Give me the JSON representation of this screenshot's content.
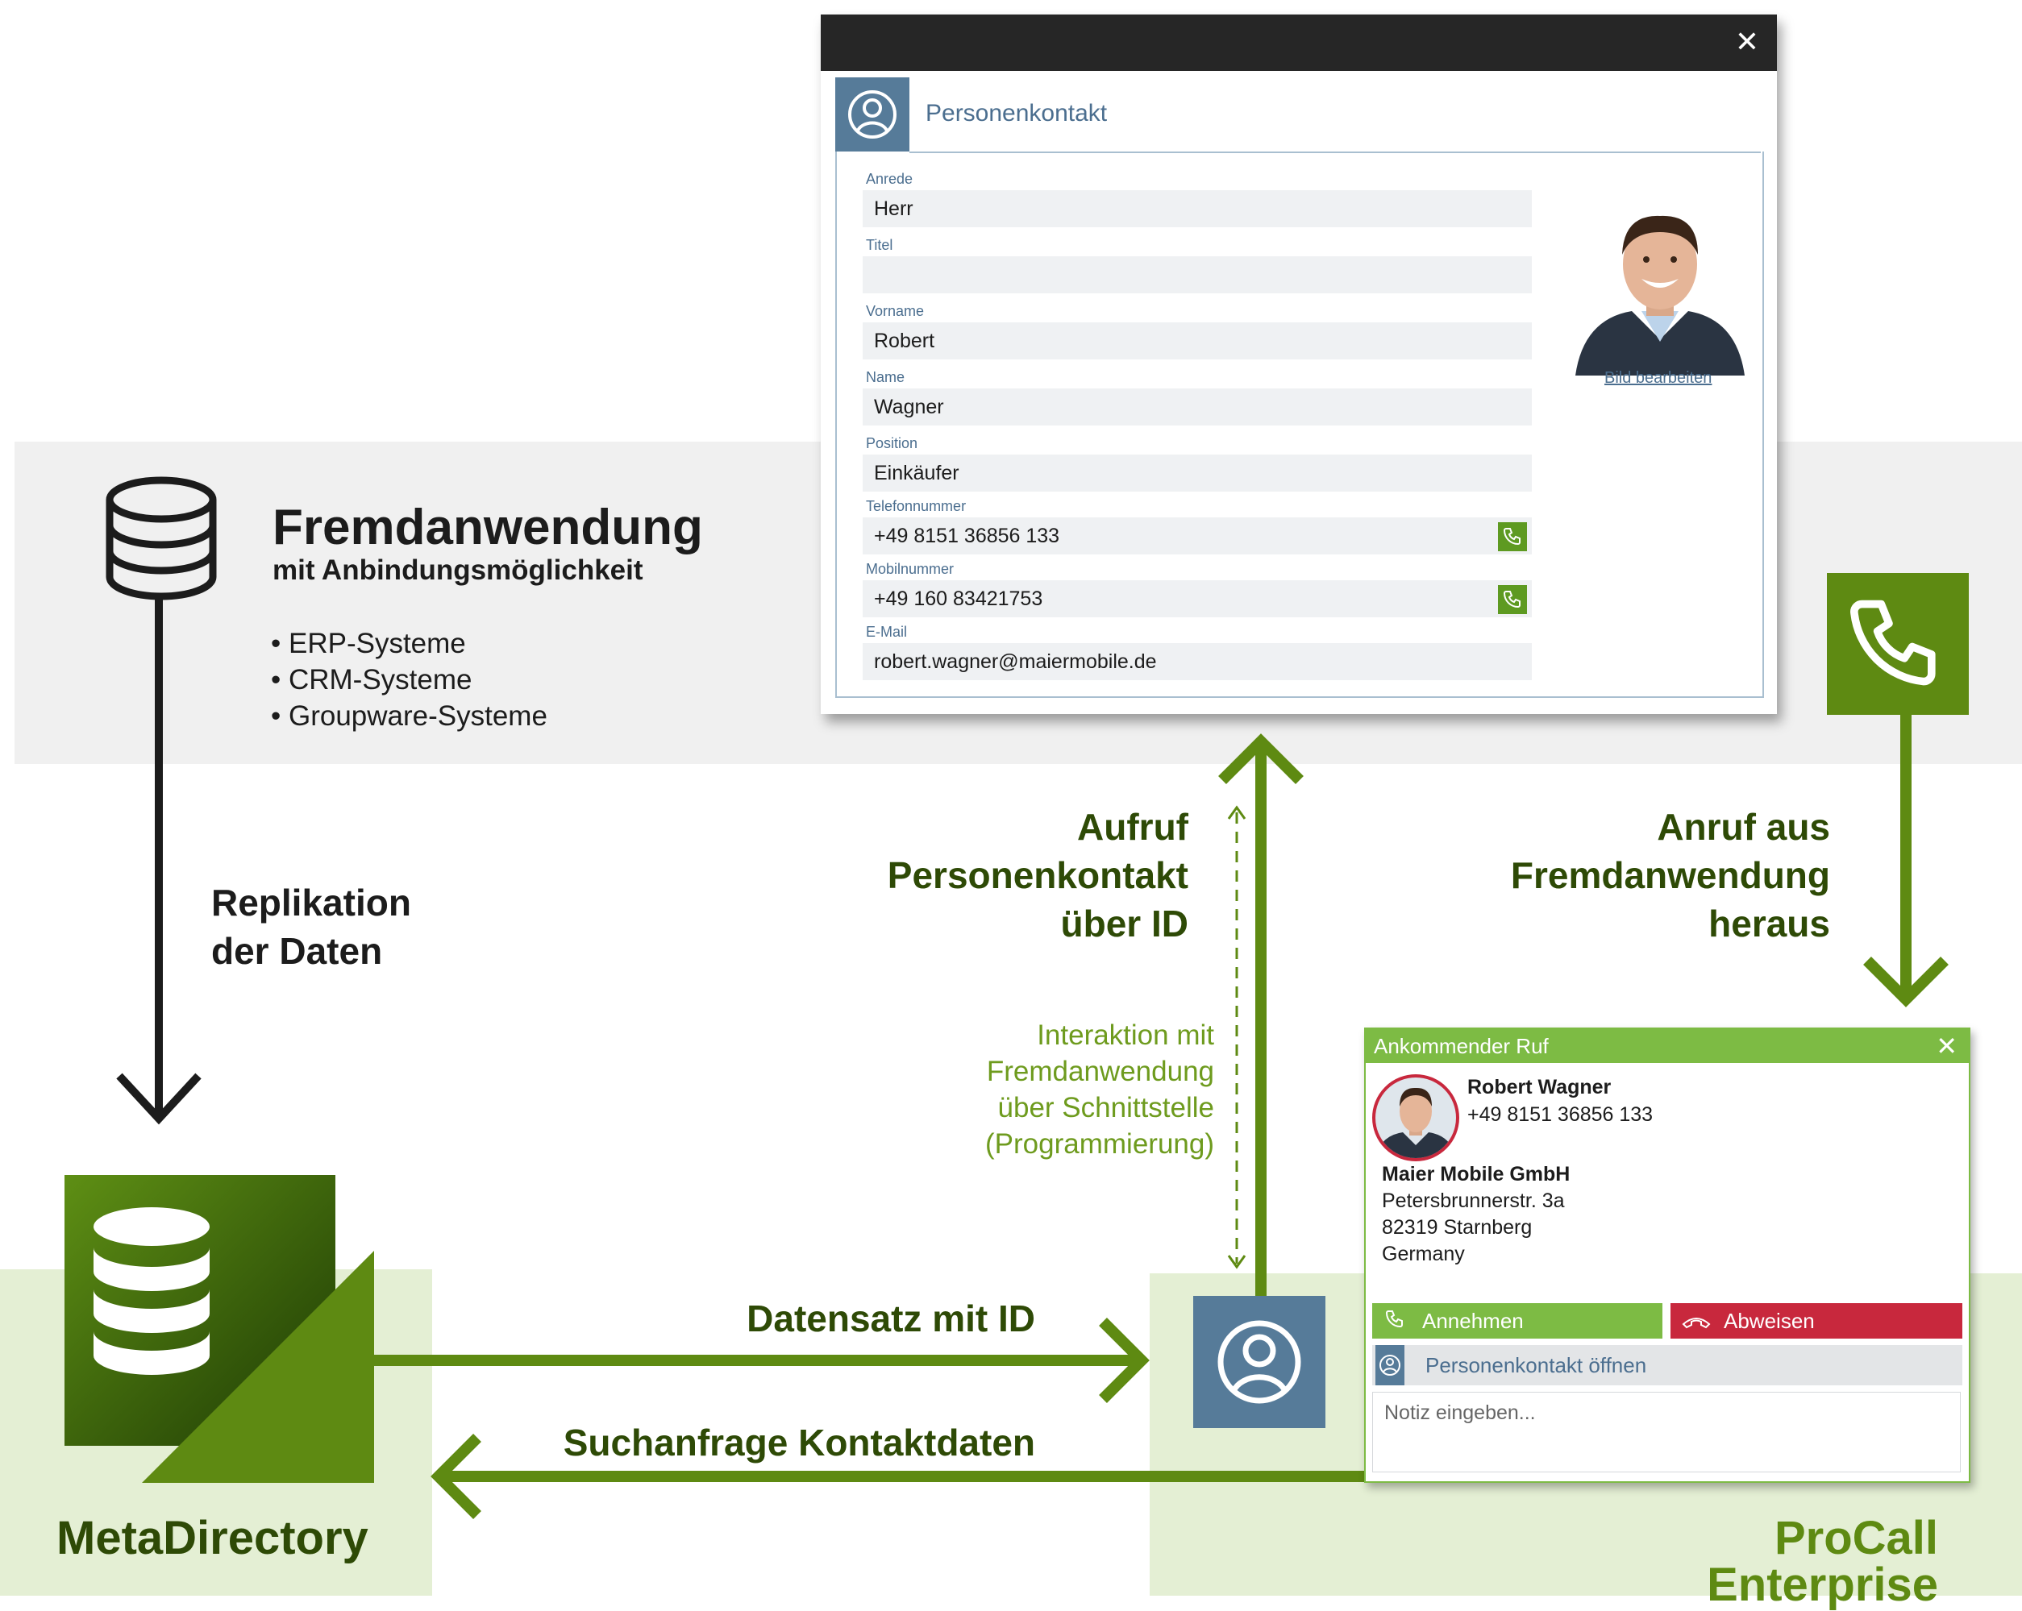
{
  "fremdanwendung": {
    "title": "Fremdanwendung",
    "subtitle": "mit Anbindungsmöglichkeit",
    "items": [
      "• ERP-Systeme",
      "• CRM-Systeme",
      "• Groupware-Systeme"
    ]
  },
  "labels": {
    "replikation": [
      "Replikation",
      "der Daten"
    ],
    "aufruf": [
      "Aufruf",
      "Personenkontakt",
      "über ID"
    ],
    "anruf": [
      "Anruf aus",
      "Fremdanwendung",
      "heraus"
    ],
    "interaktion": [
      "Interaktion mit",
      "Fremdanwendung",
      "über Schnittstelle",
      "(Programmierung)"
    ],
    "datensatz": "Datensatz mit ID",
    "suchanfrage": "Suchanfrage Kontaktdaten"
  },
  "brands": {
    "metadirectory": "MetaDirectory",
    "procall": "ProCall Enterprise"
  },
  "dialog": {
    "close": "✕",
    "title": "Personenkontakt",
    "photo_link": "Bild bearbeiten",
    "fields": {
      "anrede": {
        "label": "Anrede",
        "value": "Herr"
      },
      "titel": {
        "label": "Titel",
        "value": ""
      },
      "vorname": {
        "label": "Vorname",
        "value": "Robert"
      },
      "name": {
        "label": "Name",
        "value": "Wagner"
      },
      "position": {
        "label": "Position",
        "value": "Einkäufer"
      },
      "telefon": {
        "label": "Telefonnummer",
        "value": "+49 8151 36856 133"
      },
      "mobil": {
        "label": "Mobilnummer",
        "value": "+49 160 83421753"
      },
      "email": {
        "label": "E-Mail",
        "value": "robert.wagner@maiermobile.de"
      }
    }
  },
  "popup": {
    "title": "Ankommender Ruf",
    "close": "✕",
    "caller_name": "Robert Wagner",
    "caller_phone": "+49 8151 36856 133",
    "company": "Maier Mobile GmbH",
    "street": "Petersbrunnerstr. 3a",
    "city": "82319 Starnberg",
    "country": "Germany",
    "accept": "Annehmen",
    "reject": "Abweisen",
    "open_contact": "Personenkontakt öffnen",
    "note_placeholder": "Notiz eingeben..."
  },
  "colors": {
    "dark_green": "#2e4a06",
    "green": "#5e8a12",
    "light_green": "#7dbb44",
    "pale_green": "#e4efd4",
    "gray_band": "#f0f0f0",
    "blue_gray": "#567b99",
    "red": "#c8283d"
  }
}
